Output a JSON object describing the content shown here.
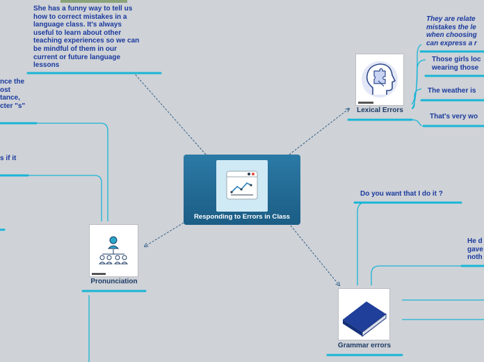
{
  "central": {
    "title": "Responding to Errors in Class",
    "icon": "chart-window-icon"
  },
  "note": {
    "lines": [
      "She has a funny way to tell us",
      "how to correct mistakes in a",
      "language class. It's always",
      "useful to learn about other",
      "teaching experiences so we can",
      "be mindful of them in our",
      "current or future language",
      "lessons"
    ]
  },
  "pronunciation": {
    "label": "Pronunciation",
    "icon": "people-network-icon",
    "cut_lines": [
      "nce the",
      "ost",
      "tance,",
      "cter \"s\""
    ],
    "cut_line2": "s if it"
  },
  "lexical": {
    "label": "Lexical Errors",
    "icon": "head-puzzle-icon",
    "intro_lines": [
      "They are relate",
      "mistakes the le",
      "when choosing",
      "can express a r"
    ],
    "items": [
      [
        "Those girls loc",
        "wearing those"
      ],
      [
        "The weather is"
      ],
      [
        "That's very wo"
      ]
    ]
  },
  "grammar": {
    "label": "Grammar errors",
    "icon": "book-icon",
    "item1": "Do you want that I do it ?",
    "item2_lines": [
      "He d",
      "gave",
      "noth"
    ]
  },
  "colors": {
    "accent_line": "#19b5d6",
    "text": "#1a3a9e",
    "node_gradient_top": "#2b7aa6",
    "node_gradient_bottom": "#1b5d85"
  }
}
